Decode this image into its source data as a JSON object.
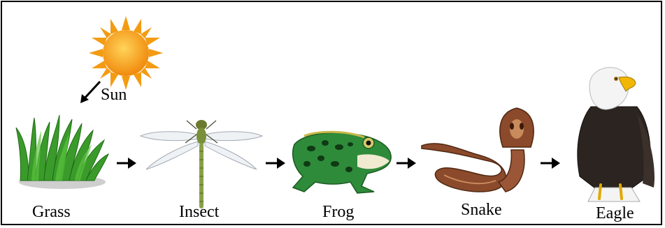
{
  "labels": {
    "sun": "Sun",
    "grass": "Grass",
    "insect": "Insect",
    "frog": "Frog",
    "snake": "Snake",
    "eagle": "Eagle"
  },
  "colors": {
    "sun_core": "#f7a21b",
    "sun_rays": "#f39c12",
    "grass": "#3a9b2a",
    "insect": "#7a8f3a",
    "frog": "#2e8b3a",
    "snake": "#8b4a2b",
    "eagle_body": "#2b2420",
    "eagle_head": "#f4f4f4",
    "beak": "#f2b705"
  }
}
